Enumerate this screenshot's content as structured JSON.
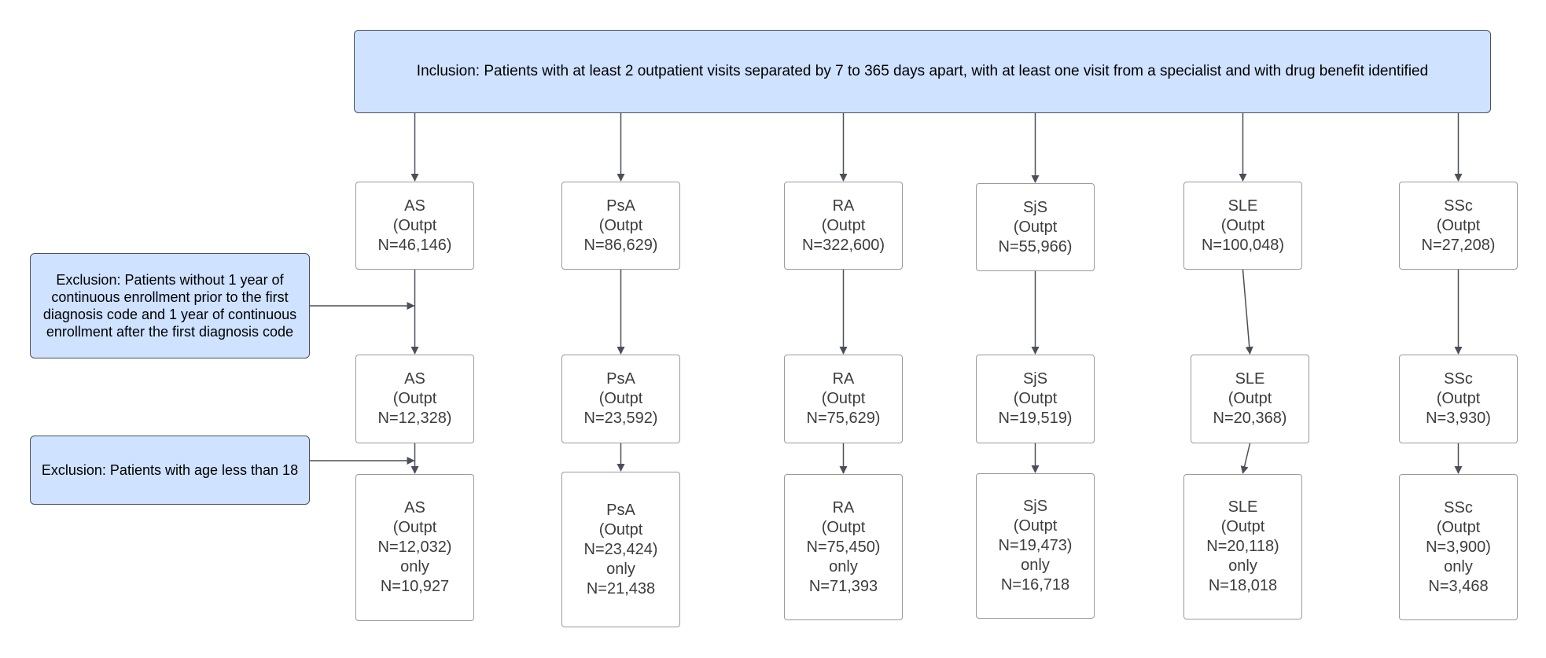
{
  "inclusion": "Inclusion: Patients with at least 2 outpatient visits separated by 7 to 365 days apart, with at least one visit from a specialist and with drug benefit identified",
  "exclusions": [
    "Exclusion: Patients without 1 year of continuous enrollment prior to the first diagnosis code and 1 year of continuous enrollment after the first diagnosis code",
    "Exclusion: Patients with age less than 18"
  ],
  "columns": [
    {
      "name": "AS",
      "stage1": "AS\n(Outpt\nN=46,146)",
      "stage2": "AS\n(Outpt\nN=12,328)",
      "stage3": "AS\n(Outpt\nN=12,032)\nonly\nN=10,927"
    },
    {
      "name": "PsA",
      "stage1": "PsA\n(Outpt\nN=86,629)",
      "stage2": "PsA\n(Outpt\nN=23,592)",
      "stage3": "PsA\n(Outpt\nN=23,424)\nonly\nN=21,438"
    },
    {
      "name": "RA",
      "stage1": "RA\n(Outpt\nN=322,600)",
      "stage2": "RA\n(Outpt\nN=75,629)",
      "stage3": "RA\n(Outpt\nN=75,450)\nonly\nN=71,393"
    },
    {
      "name": "SjS",
      "stage1": "SjS\n(Outpt\nN=55,966)",
      "stage2": "SjS\n(Outpt\nN=19,519)",
      "stage3": "SjS\n(Outpt\nN=19,473)\nonly\nN=16,718"
    },
    {
      "name": "SLE",
      "stage1": "SLE\n(Outpt\nN=100,048)",
      "stage2": "SLE\n(Outpt\nN=20,368)",
      "stage3": "SLE\n(Outpt\nN=20,118)\nonly\nN=18,018"
    },
    {
      "name": "SSc",
      "stage1": "SSc\n(Outpt\nN=27,208)",
      "stage2": "SSc\n(Outpt\nN=3,930)",
      "stage3": "SSc\n(Outpt\nN=3,900)\nonly\nN=3,468"
    }
  ]
}
